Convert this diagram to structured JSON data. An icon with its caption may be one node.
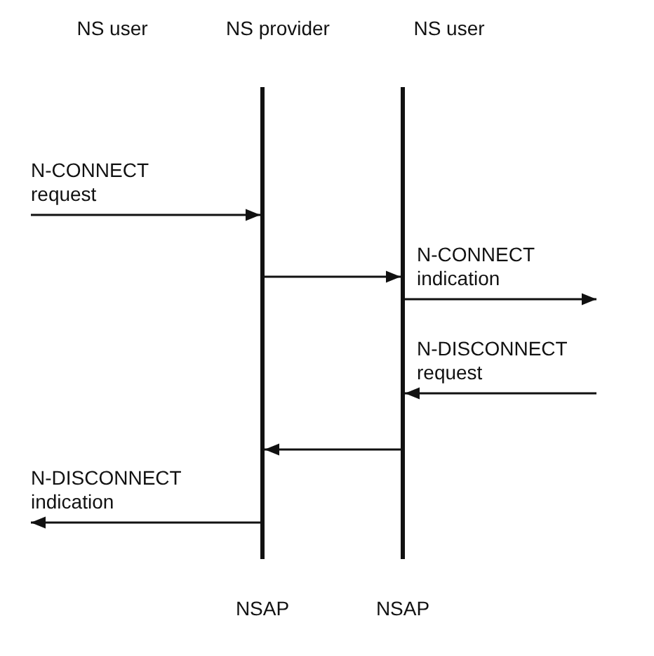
{
  "diagram": {
    "nodes": [
      {
        "text": [],
        "shape": "bar",
        "beside": [
          "NSAP"
        ]
      },
      {
        "text": [],
        "shape": "bar",
        "beside": [
          "NSAP"
        ]
      }
    ],
    "edges": [
      {
        "from": null,
        "to": 0,
        "arrow": "to",
        "label": "N-CONNECT request"
      },
      {
        "from": 0,
        "to": 1,
        "arrow": "to"
      },
      {
        "from": 1,
        "to": null,
        "arrow": "to",
        "label": "N-CONNECT indication"
      },
      {
        "from": null,
        "to": 1,
        "arrow": "to",
        "label": "N-DISCONNECT request"
      },
      {
        "from": 1,
        "to": 0,
        "arrow": "to"
      },
      {
        "from": 0,
        "to": null,
        "arrow": "to",
        "label": "N-DISCONNECT indication"
      }
    ],
    "labels": [
      "NS user",
      "NS provider",
      "NS user"
    ]
  }
}
